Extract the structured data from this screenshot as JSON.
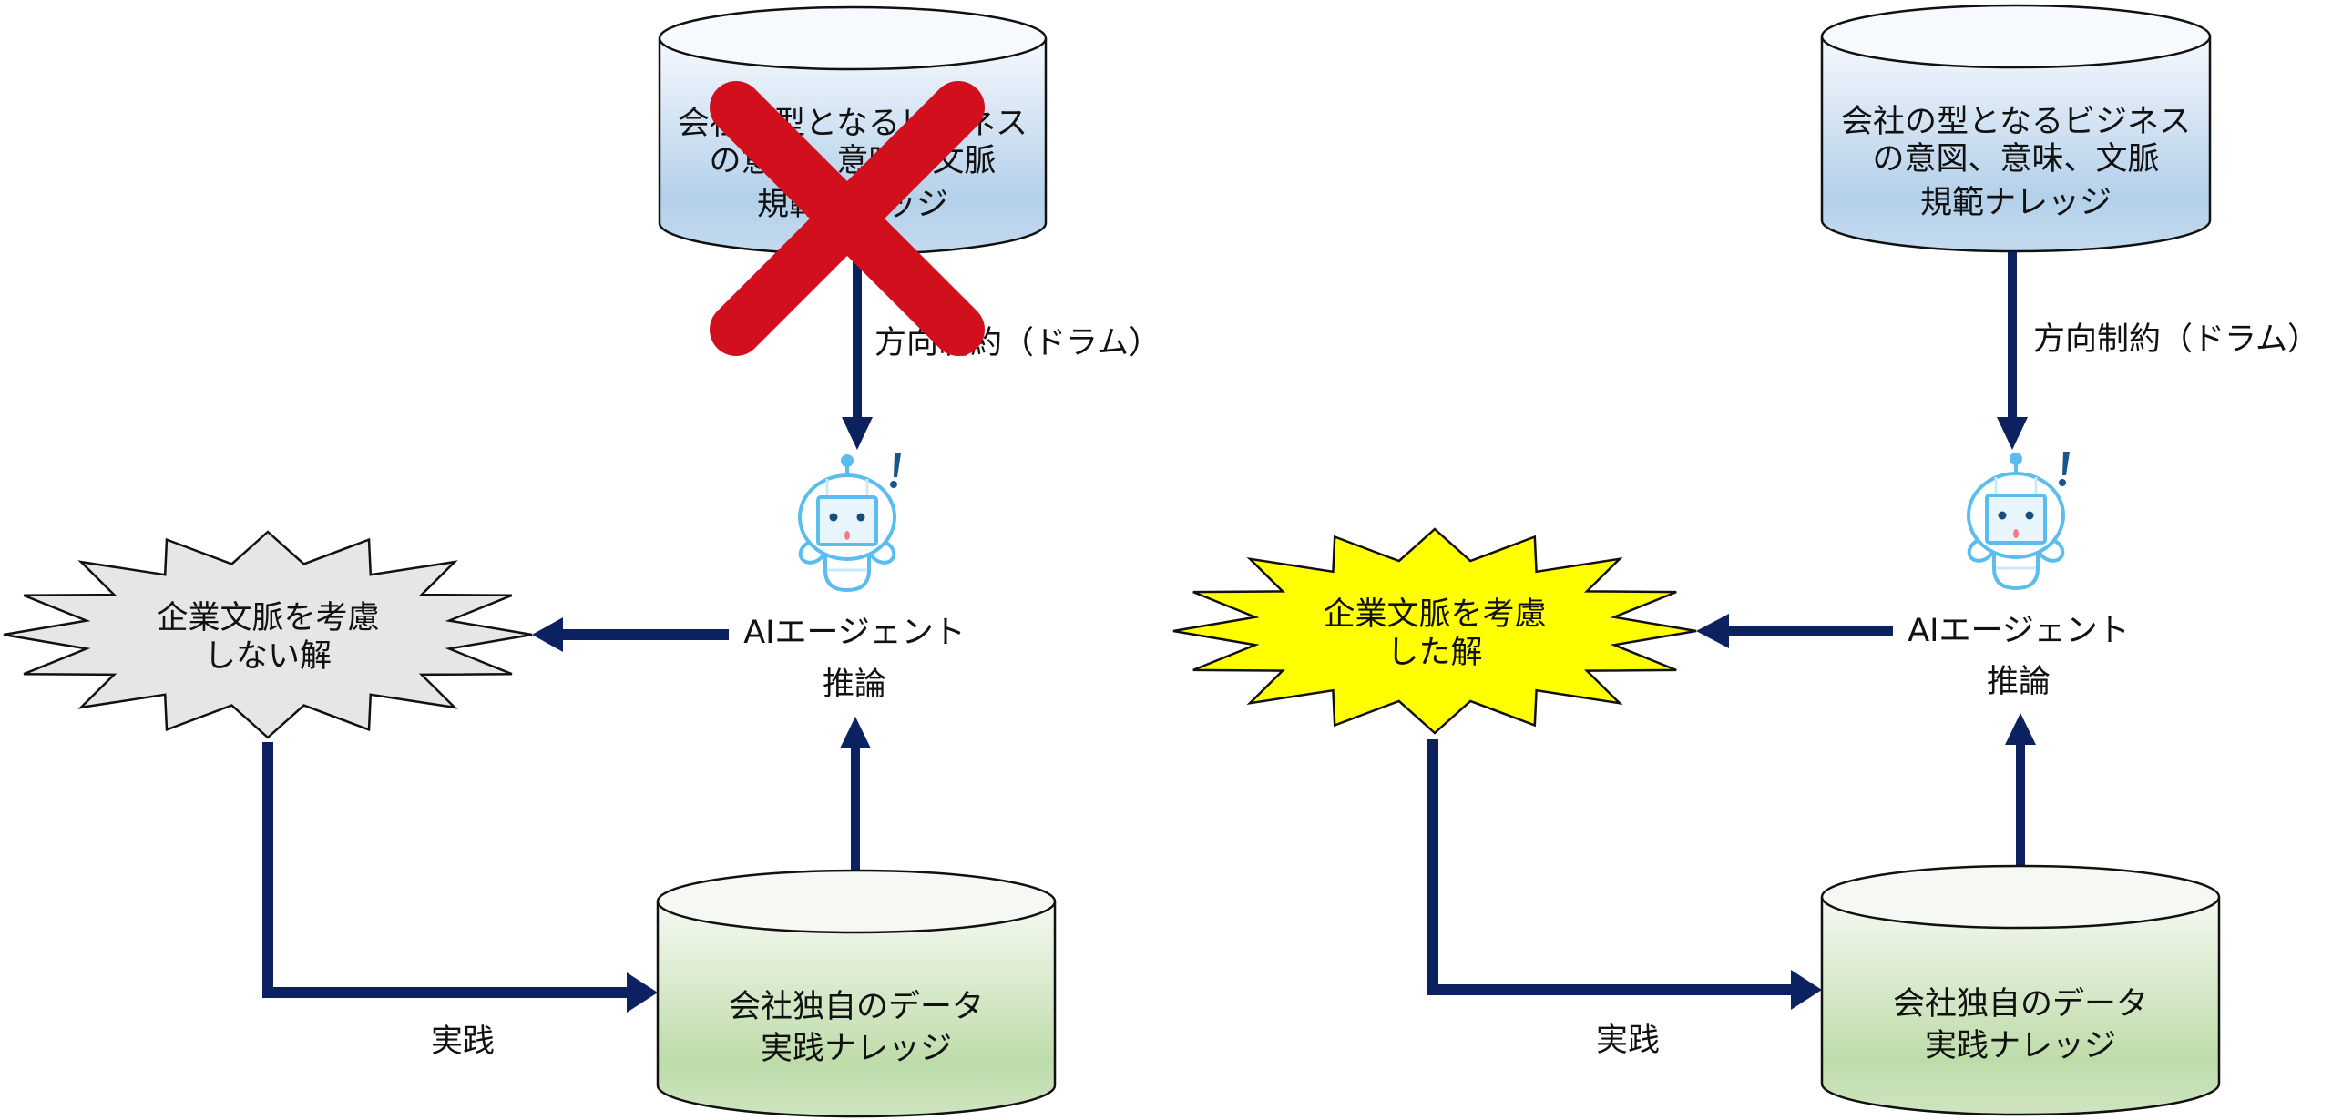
{
  "diagram": {
    "left_panel": {
      "norm_db": {
        "lines": [
          "会社の型となるビジネス",
          "の意図、意味、文脈",
          "規範ナレッジ"
        ],
        "crossed_out": true
      },
      "constraint_label": "方向制約（ドラム）",
      "agent": {
        "label": "AIエージェント",
        "sublabel": "推論",
        "icon": "robot-icon"
      },
      "answer": {
        "lines": [
          "企業文脈を考慮",
          "しない解"
        ],
        "fill": "#e6e6e6"
      },
      "practice_label": "実践",
      "data_db": {
        "lines": [
          "会社独自のデータ",
          "実践ナレッジ"
        ]
      }
    },
    "right_panel": {
      "norm_db": {
        "lines": [
          "会社の型となるビジネス",
          "の意図、意味、文脈",
          "規範ナレッジ"
        ],
        "crossed_out": false
      },
      "constraint_label": "方向制約（ドラム）",
      "agent": {
        "label": "AIエージェント",
        "sublabel": "推論",
        "icon": "robot-icon"
      },
      "answer": {
        "lines": [
          "企業文脈を考慮",
          "した解"
        ],
        "fill": "#ffff00"
      },
      "practice_label": "実践",
      "data_db": {
        "lines": [
          "会社独自のデータ",
          "実践ナレッジ"
        ]
      }
    },
    "colors": {
      "arrow": "#0b2160",
      "norm_db_top": "#f4f8fc",
      "norm_db_bottom": "#b4d0ea",
      "data_db_top": "#f4f8f0",
      "data_db_bottom": "#bedcaa",
      "cross": "#d20f1c",
      "robot": "#5bbdee"
    }
  }
}
